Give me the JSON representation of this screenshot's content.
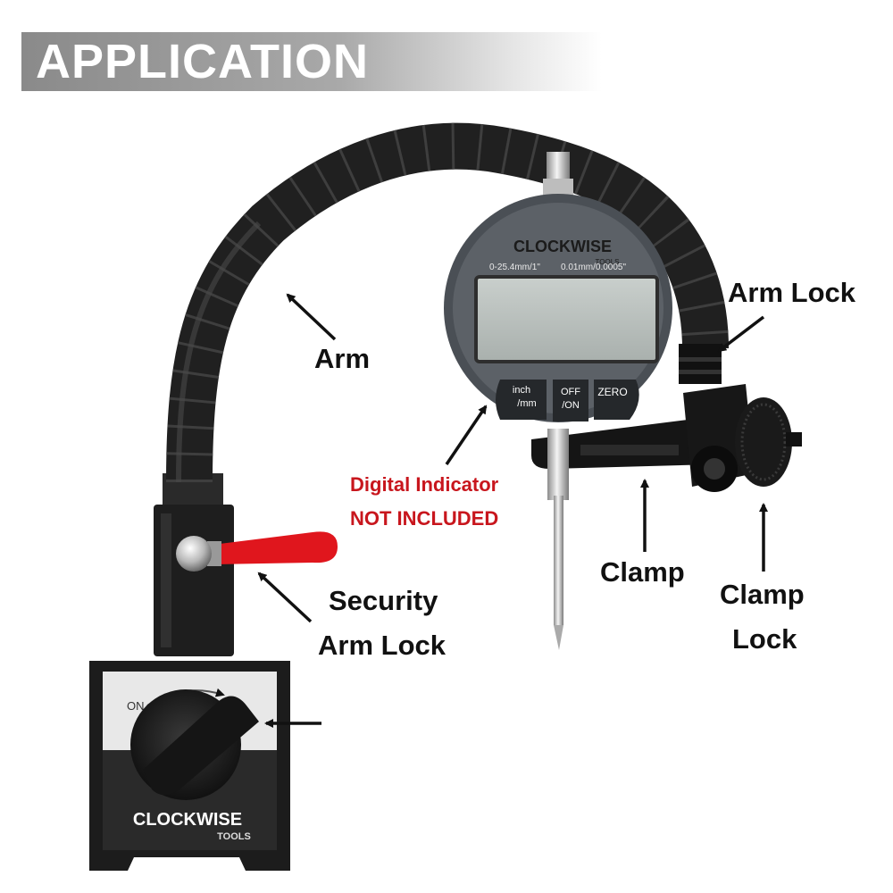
{
  "banner": {
    "title": "APPLICATION"
  },
  "labels": {
    "arm": "Arm",
    "arm_lock": "Arm Lock",
    "digital_indicator": "Digital Indicator",
    "not_included": "NOT INCLUDED",
    "clamp": "Clamp",
    "clamp_lock_line1": "Clamp",
    "clamp_lock_line2": "Lock",
    "security_line1": "Security",
    "security_line2": "Arm Lock"
  },
  "indicator_face": {
    "brand": "CLOCKWISE",
    "brand_sub": "TOOLS",
    "range_left": "0-25.4mm/1\"",
    "range_right": "0.01mm/0.0005\"",
    "btn_inch_line1": "inch",
    "btn_inch_line2": "/mm",
    "btn_off_line1": "OFF",
    "btn_off_line2": "/ON",
    "btn_zero": "ZERO"
  },
  "base": {
    "on_label": "ON",
    "brand": "CLOCKWISE",
    "brand_sub": "TOOLS"
  },
  "colors": {
    "label_red": "#c8161d",
    "lever_red": "#e0161d",
    "banner_gray": "#9a9a9a"
  }
}
